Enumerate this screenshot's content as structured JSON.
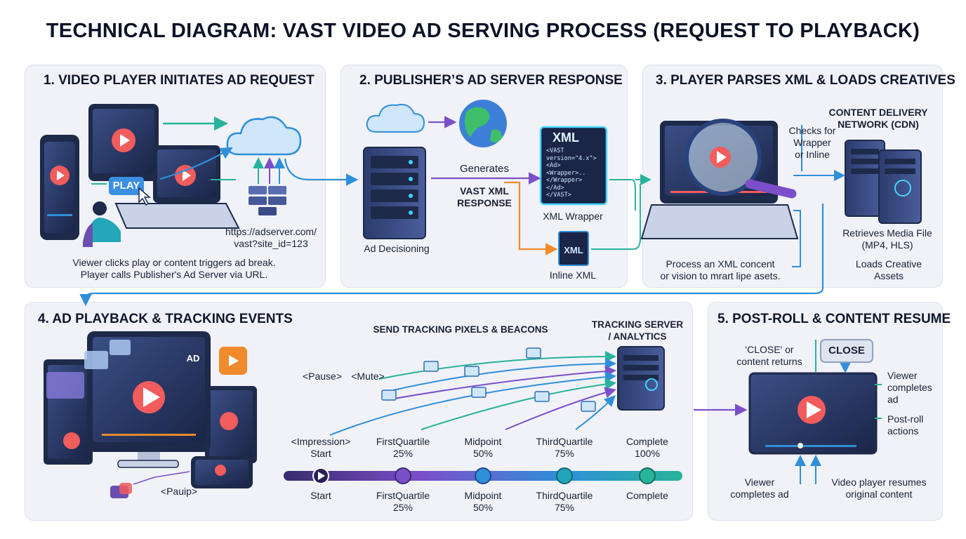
{
  "title": "TECHNICAL DIAGRAM: VAST VIDEO AD SERVING PROCESS (REQUEST TO PLAYBACK)",
  "colors": {
    "panel_bg": "#f0f2f8",
    "accent_blue": "#2f8fd8",
    "accent_purple": "#7b4fc9",
    "accent_teal": "#28b39a",
    "accent_orange": "#f08a2c",
    "device_dark": "#1e2a4a",
    "play_coral": "#f25c5c"
  },
  "panels": {
    "p1": {
      "title": "1. VIDEO PLAYER INITIATES AD REQUEST",
      "play_label": "PLAY",
      "url_line1": "https://adserver.com/",
      "url_line2": "vast?site_id=123",
      "caption_line1": "Viewer clicks play or content triggers ad break.",
      "caption_line2": "Player calls Publisher's Ad Server via URL."
    },
    "p2": {
      "title": "2. PUBLISHER’S AD SERVER RESPONSE",
      "generates": "Generates",
      "vast_line1": "VAST XML",
      "vast_line2": "RESPONSE",
      "xml_heading": "XML",
      "xml_code": [
        "<VAST",
        "  version=\"4.x\">",
        "  <Ad>",
        "    <Wrapper>..",
        "    </Wrapper>",
        "  </Ad>",
        "</VAST>"
      ],
      "xml_wrapper_label": "XML Wrapper",
      "xml_small": "XML",
      "inline_label": "Inline XML",
      "decisioning_label": "Ad Decisioning"
    },
    "p3": {
      "title": "3. PLAYER PARSES XML & LOADS CREATIVES",
      "cdn_line1": "CONTENT DELIVERY",
      "cdn_line2": "NETWORK (CDN)",
      "checks_line1": "Checks for",
      "checks_line2": "Wrapper",
      "checks_line3": "or Inline",
      "retrieves_line1": "Retrieves Media File",
      "retrieves_line2": "(MP4, HLS)",
      "loads_line1": "Loads Creative",
      "loads_line2": "Assets",
      "process_line1": "Process an XML concent",
      "process_line2": "or vision to mrart lipe asets."
    },
    "p4": {
      "title": "4. AD PLAYBACK & TRACKING EVENTS",
      "ad_badge": "AD",
      "send_label": "SEND TRACKING PIXELS & BEACONS",
      "tracking_line1": "TRACKING SERVER",
      "tracking_line2": "/ ANALYTICS",
      "pause_tag": "<Pause>",
      "mute_tag": "<Mute>",
      "pauip_tag": "<Pauip>",
      "events_top": [
        {
          "name": "<Impression>",
          "sub": "Start"
        },
        {
          "name": "FirstQuartile",
          "sub": "25%"
        },
        {
          "name": "Midpoint",
          "sub": "50%"
        },
        {
          "name": "ThirdQuartile",
          "sub": "75%"
        },
        {
          "name": "Complete",
          "sub": "100%"
        }
      ],
      "events_bottom": [
        {
          "name": "Start",
          "sub": ""
        },
        {
          "name": "FirstQuartile",
          "sub": "25%"
        },
        {
          "name": "Midpoint",
          "sub": "50%"
        },
        {
          "name": "ThirdQuartile",
          "sub": "75%"
        },
        {
          "name": "Complete",
          "sub": ""
        }
      ]
    },
    "p5": {
      "title": "5. POST-ROLL & CONTENT RESUME",
      "close_line1": "'CLOSE' or",
      "close_line2": "content returns",
      "close_button": "CLOSE",
      "viewer_line1": "Viewer",
      "viewer_line2": "completes",
      "viewer_line3": "ad",
      "postroll_line1": "Post-roll",
      "postroll_line2": "actions",
      "bottom_left_line1": "Viewer",
      "bottom_left_line2": "completes ad",
      "bottom_right_line1": "Video player resumes",
      "bottom_right_line2": "original content"
    }
  }
}
